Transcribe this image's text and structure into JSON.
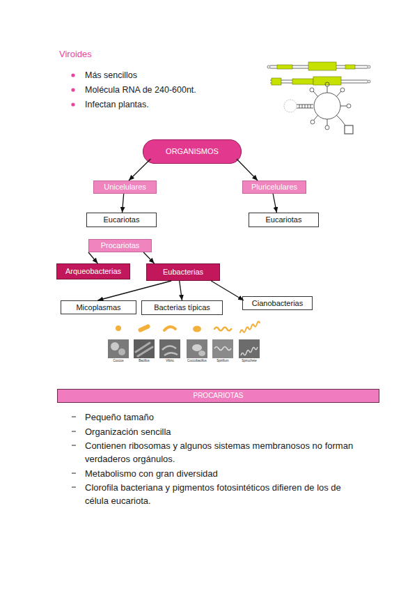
{
  "diagram": {
    "nodes": [
      {
        "text": [
          "ORGANISMOS"
        ]
      },
      {
        "text": [
          "Unicelulares"
        ]
      },
      {
        "text": [
          "Pluricelulares"
        ]
      },
      {
        "text": [
          "Eucariotas"
        ]
      },
      {
        "text": [
          "Eucariotas"
        ]
      },
      {
        "text": [
          "Procariotas"
        ]
      },
      {
        "text": [
          "Arqueobacterias"
        ]
      },
      {
        "text": [
          "Eubacterias"
        ]
      },
      {
        "text": [
          "Micoplasmas"
        ]
      },
      {
        "text": [
          "Bacterias típicas"
        ]
      },
      {
        "text": [
          "Cianobacterias"
        ]
      },
      {
        "text": [
          "PROCARIOTAS"
        ]
      }
    ],
    "edges": [
      {
        "from": 0,
        "to": 1,
        "arrow": "to"
      },
      {
        "from": 0,
        "to": 2,
        "arrow": "to"
      },
      {
        "from": 1,
        "to": 3,
        "arrow": "to"
      },
      {
        "from": 2,
        "to": 4,
        "arrow": "to"
      },
      {
        "from": 5,
        "to": 6,
        "arrow": "to"
      },
      {
        "from": 5,
        "to": 7,
        "arrow": "to"
      },
      {
        "from": 7,
        "to": 8,
        "arrow": "to"
      },
      {
        "from": 7,
        "to": 9,
        "arrow": "to"
      },
      {
        "from": 7,
        "to": 10,
        "arrow": "to"
      }
    ],
    "labels": [
      "Viroides",
      "Más sencillos",
      "Molécula RNA de 240-600nt.",
      "Infectan plantas.",
      "Coccus",
      "Bacillus",
      "Vibrio",
      "Coccobacillus",
      "Spirillum",
      "Spirochete",
      "Pequeño tamaño",
      "Organización sencilla",
      "Contienen ribosomas y algunos sistemas membranosos no forman verdaderos orgánulos.",
      "Metabolismo con gran diversidad",
      "Clorofila bacteriana y pigmentos fotosintéticos difieren de los de célula eucariota."
    ]
  }
}
